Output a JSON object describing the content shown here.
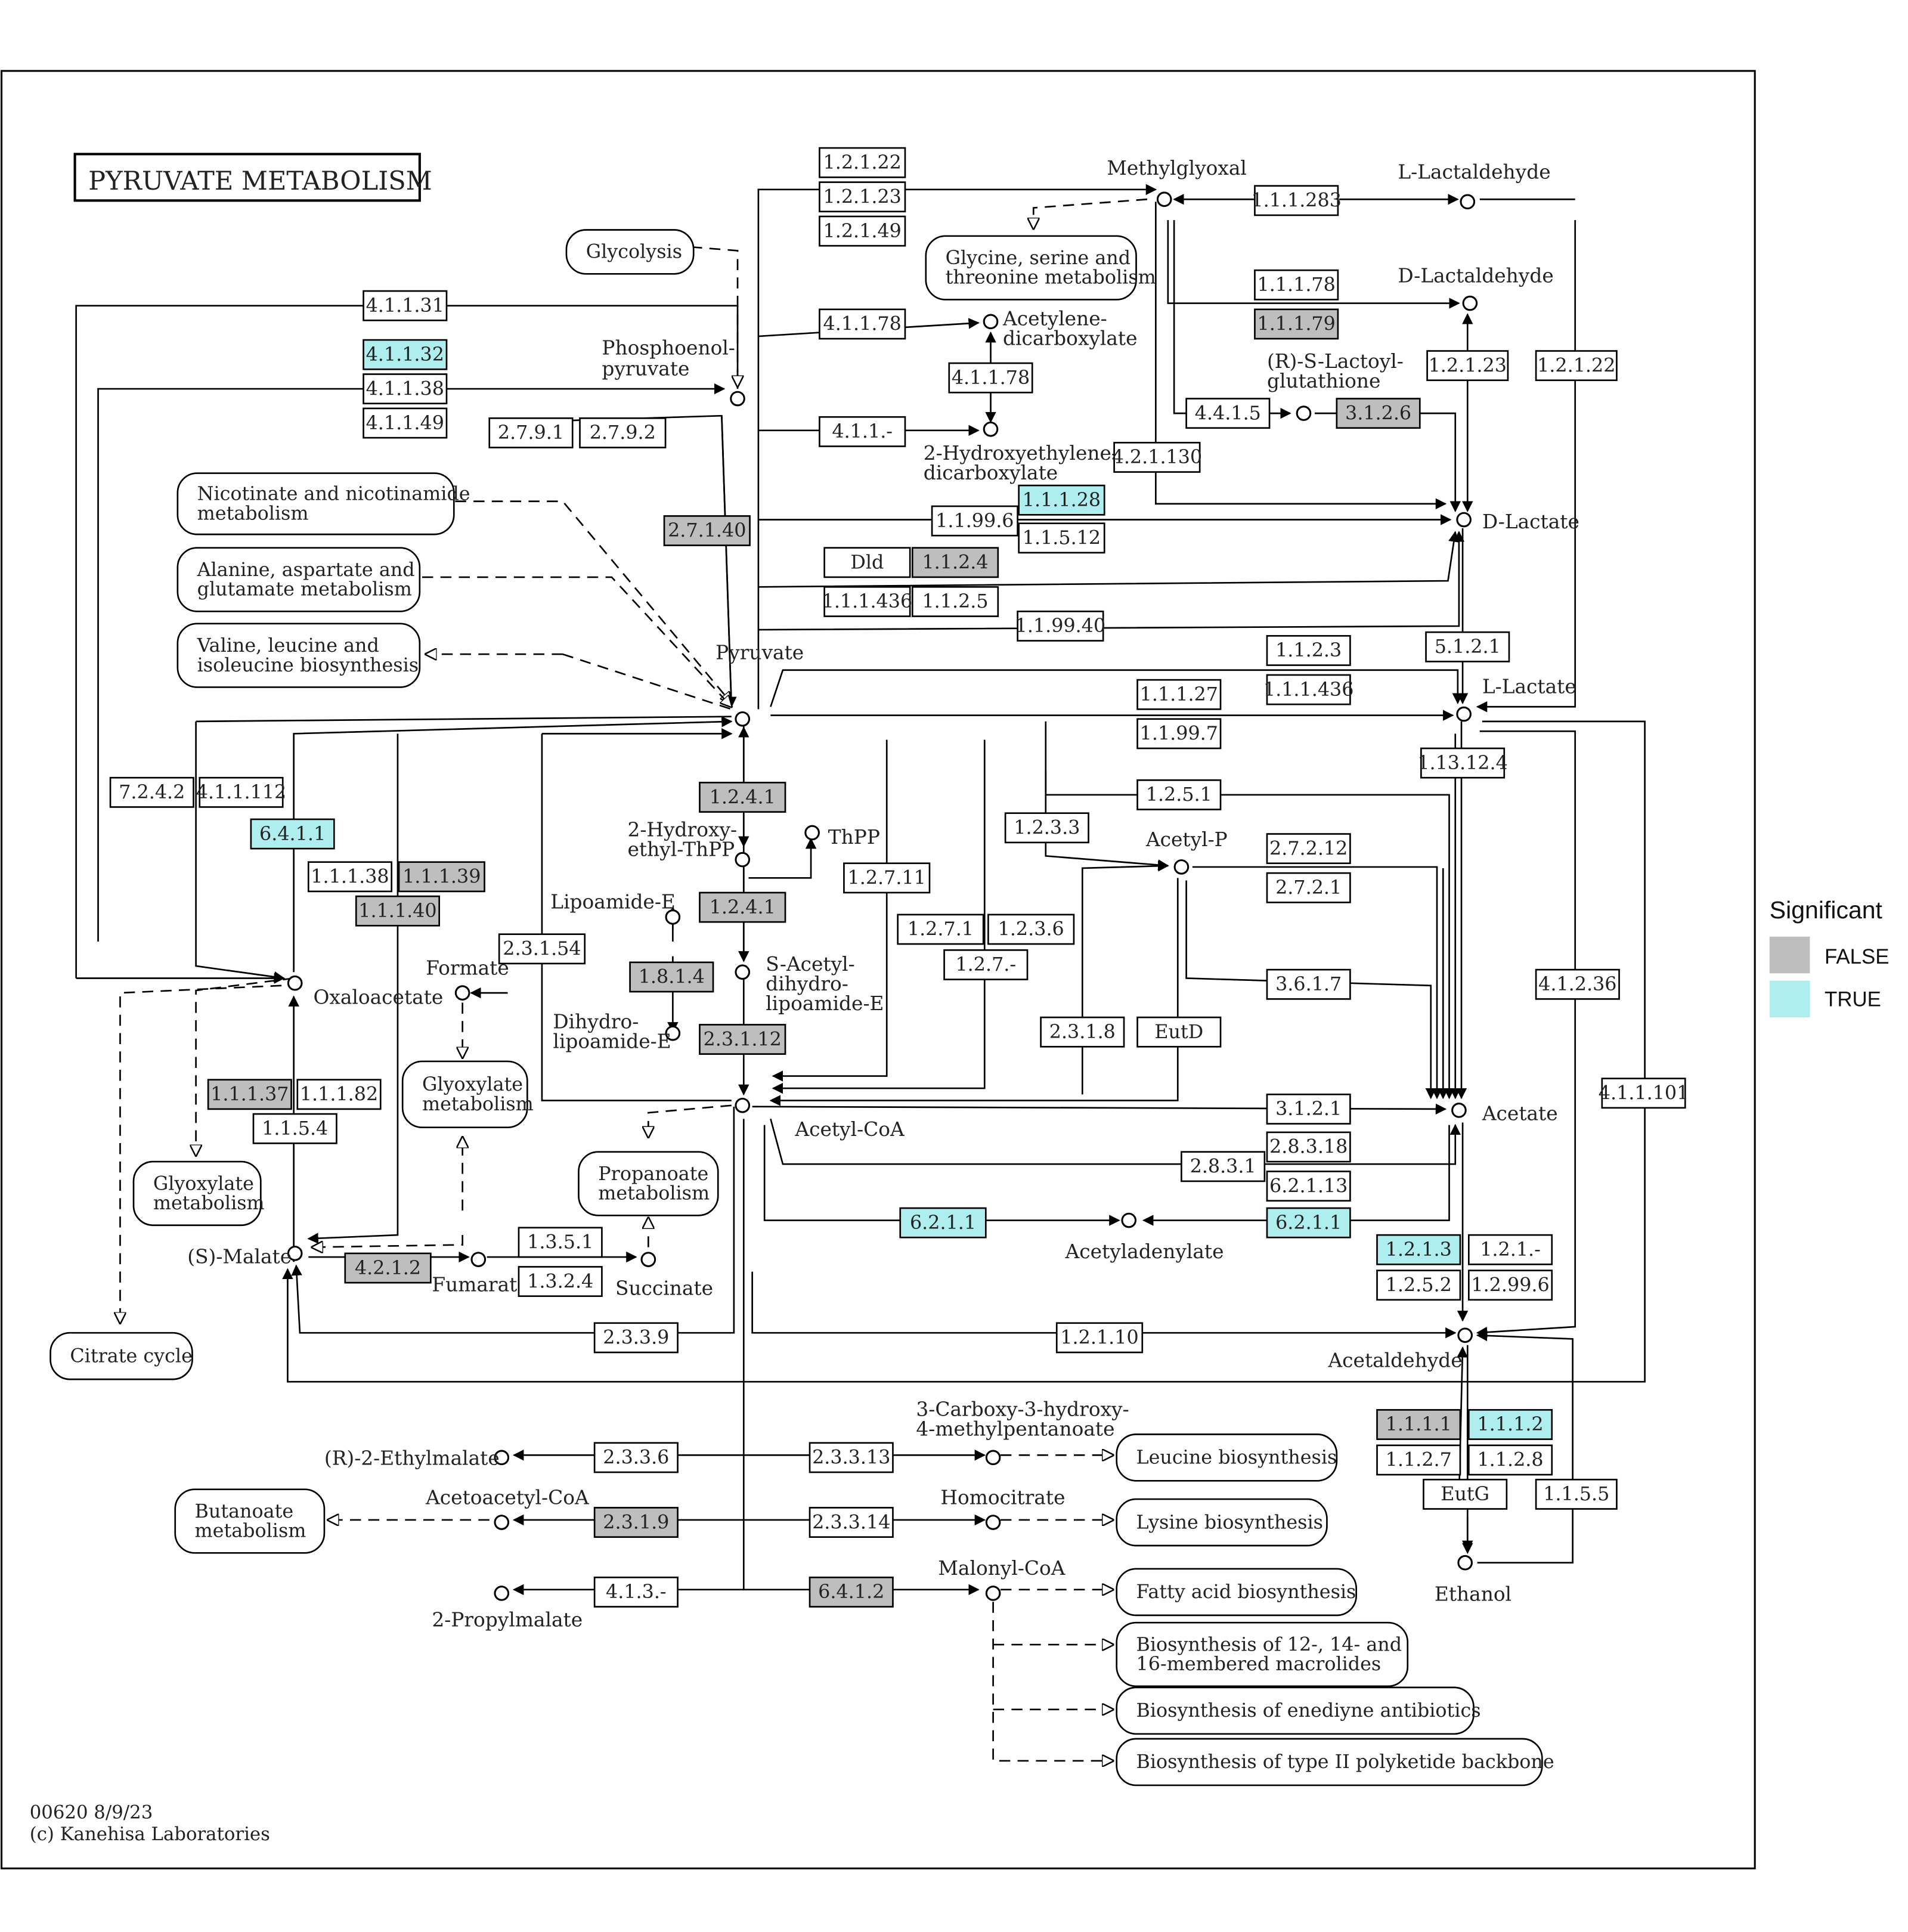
{
  "title": "PYRUVATE METABOLISM",
  "footer": {
    "map_code": "00620 8/9/23",
    "copyright": "(c) Kanehisa Laboratories"
  },
  "legend": {
    "title": "Significant",
    "items": [
      {
        "label": "FALSE",
        "color": "#bebebe"
      },
      {
        "label": "TRUE",
        "color": "#aeeeee"
      }
    ]
  },
  "colors": {
    "false": "#bebebe",
    "true": "#aeeeee",
    "none": "#ffffff",
    "line": "#000000"
  },
  "enzymes": [
    {
      "id": "e1",
      "label": "1.2.1.22",
      "sig": "none"
    },
    {
      "id": "e2",
      "label": "1.2.1.23",
      "sig": "none"
    },
    {
      "id": "e3",
      "label": "1.2.1.49",
      "sig": "none"
    },
    {
      "id": "e4",
      "label": "1.1.1.283",
      "sig": "none"
    },
    {
      "id": "e5",
      "label": "4.1.1.31",
      "sig": "none"
    },
    {
      "id": "e6",
      "label": "4.1.1.32",
      "sig": "true"
    },
    {
      "id": "e7",
      "label": "4.1.1.38",
      "sig": "none"
    },
    {
      "id": "e8",
      "label": "4.1.1.49",
      "sig": "none"
    },
    {
      "id": "e9",
      "label": "4.1.1.78",
      "sig": "none"
    },
    {
      "id": "e10",
      "label": "4.1.1.78",
      "sig": "none"
    },
    {
      "id": "e11",
      "label": "1.1.1.78",
      "sig": "none"
    },
    {
      "id": "e12",
      "label": "1.1.1.79",
      "sig": "false"
    },
    {
      "id": "e13",
      "label": "1.2.1.23",
      "sig": "none"
    },
    {
      "id": "e14",
      "label": "1.2.1.22",
      "sig": "none"
    },
    {
      "id": "e15",
      "label": "2.7.9.1",
      "sig": "none"
    },
    {
      "id": "e16",
      "label": "2.7.9.2",
      "sig": "none"
    },
    {
      "id": "e17",
      "label": "4.1.1.-",
      "sig": "none"
    },
    {
      "id": "e18",
      "label": "4.4.1.5",
      "sig": "none"
    },
    {
      "id": "e19",
      "label": "3.1.2.6",
      "sig": "false"
    },
    {
      "id": "e20",
      "label": "4.2.1.130",
      "sig": "none"
    },
    {
      "id": "e21",
      "label": "1.1.1.28",
      "sig": "true"
    },
    {
      "id": "e22",
      "label": "2.7.1.40",
      "sig": "false"
    },
    {
      "id": "e23",
      "label": "1.1.99.6",
      "sig": "none"
    },
    {
      "id": "e24",
      "label": "1.1.5.12",
      "sig": "none"
    },
    {
      "id": "e25",
      "label": "Dld",
      "sig": "none"
    },
    {
      "id": "e26",
      "label": "1.1.2.4",
      "sig": "false"
    },
    {
      "id": "e27",
      "label": "1.1.1.436",
      "sig": "none"
    },
    {
      "id": "e28",
      "label": "1.1.2.5",
      "sig": "none"
    },
    {
      "id": "e29",
      "label": "1.1.99.40",
      "sig": "none"
    },
    {
      "id": "e30",
      "label": "1.1.2.3",
      "sig": "none"
    },
    {
      "id": "e31",
      "label": "5.1.2.1",
      "sig": "none"
    },
    {
      "id": "e32",
      "label": "1.1.1.436",
      "sig": "none"
    },
    {
      "id": "e33",
      "label": "1.1.1.27",
      "sig": "none"
    },
    {
      "id": "e34",
      "label": "1.1.99.7",
      "sig": "none"
    },
    {
      "id": "e35",
      "label": "1.13.12.4",
      "sig": "none"
    },
    {
      "id": "e36",
      "label": "7.2.4.2",
      "sig": "none"
    },
    {
      "id": "e37",
      "label": "4.1.1.112",
      "sig": "none"
    },
    {
      "id": "e38",
      "label": "6.4.1.1",
      "sig": "true"
    },
    {
      "id": "e39",
      "label": "1.2.4.1",
      "sig": "false"
    },
    {
      "id": "e40",
      "label": "1.2.5.1",
      "sig": "none"
    },
    {
      "id": "e41",
      "label": "1.2.3.3",
      "sig": "none"
    },
    {
      "id": "e42",
      "label": "2.7.2.12",
      "sig": "none"
    },
    {
      "id": "e43",
      "label": "2.7.2.1",
      "sig": "none"
    },
    {
      "id": "e44",
      "label": "1.1.1.38",
      "sig": "none"
    },
    {
      "id": "e45",
      "label": "1.1.1.39",
      "sig": "false"
    },
    {
      "id": "e46",
      "label": "1.1.1.40",
      "sig": "false"
    },
    {
      "id": "e47",
      "label": "1.2.7.11",
      "sig": "none"
    },
    {
      "id": "e48",
      "label": "1.2.4.1",
      "sig": "false"
    },
    {
      "id": "e49",
      "label": "1.2.7.1",
      "sig": "none"
    },
    {
      "id": "e50",
      "label": "1.2.3.6",
      "sig": "none"
    },
    {
      "id": "e51",
      "label": "1.2.7.-",
      "sig": "none"
    },
    {
      "id": "e52",
      "label": "2.3.1.54",
      "sig": "none"
    },
    {
      "id": "e53",
      "label": "1.8.1.4",
      "sig": "false"
    },
    {
      "id": "e54",
      "label": "3.6.1.7",
      "sig": "none"
    },
    {
      "id": "e55",
      "label": "4.1.2.36",
      "sig": "none"
    },
    {
      "id": "e56",
      "label": "2.3.1.8",
      "sig": "none"
    },
    {
      "id": "e57",
      "label": "EutD",
      "sig": "none"
    },
    {
      "id": "e58",
      "label": "2.3.1.12",
      "sig": "false"
    },
    {
      "id": "e59",
      "label": "1.1.1.37",
      "sig": "false"
    },
    {
      "id": "e60",
      "label": "1.1.1.82",
      "sig": "none"
    },
    {
      "id": "e61",
      "label": "1.1.5.4",
      "sig": "none"
    },
    {
      "id": "e62",
      "label": "4.1.1.101",
      "sig": "none"
    },
    {
      "id": "e63",
      "label": "3.1.2.1",
      "sig": "none"
    },
    {
      "id": "e64",
      "label": "2.8.3.18",
      "sig": "none"
    },
    {
      "id": "e65",
      "label": "2.8.3.1",
      "sig": "none"
    },
    {
      "id": "e66",
      "label": "6.2.1.13",
      "sig": "none"
    },
    {
      "id": "e67",
      "label": "6.2.1.1",
      "sig": "true"
    },
    {
      "id": "e68",
      "label": "6.2.1.1",
      "sig": "true"
    },
    {
      "id": "e69",
      "label": "1.2.1.3",
      "sig": "true"
    },
    {
      "id": "e70",
      "label": "1.2.1.-",
      "sig": "none"
    },
    {
      "id": "e71",
      "label": "1.2.5.2",
      "sig": "none"
    },
    {
      "id": "e72",
      "label": "1.2.99.6",
      "sig": "none"
    },
    {
      "id": "e73",
      "label": "1.3.5.1",
      "sig": "none"
    },
    {
      "id": "e74",
      "label": "4.2.1.2",
      "sig": "false"
    },
    {
      "id": "e75",
      "label": "1.3.2.4",
      "sig": "none"
    },
    {
      "id": "e76",
      "label": "2.3.3.9",
      "sig": "none"
    },
    {
      "id": "e77",
      "label": "1.2.1.10",
      "sig": "none"
    },
    {
      "id": "e78",
      "label": "1.1.1.1",
      "sig": "false"
    },
    {
      "id": "e79",
      "label": "1.1.1.2",
      "sig": "true"
    },
    {
      "id": "e80",
      "label": "1.1.2.7",
      "sig": "none"
    },
    {
      "id": "e81",
      "label": "1.1.2.8",
      "sig": "none"
    },
    {
      "id": "e82",
      "label": "2.3.3.6",
      "sig": "none"
    },
    {
      "id": "e83",
      "label": "2.3.3.13",
      "sig": "none"
    },
    {
      "id": "e84",
      "label": "EutG",
      "sig": "none"
    },
    {
      "id": "e85",
      "label": "1.1.5.5",
      "sig": "none"
    },
    {
      "id": "e86",
      "label": "2.3.1.9",
      "sig": "false"
    },
    {
      "id": "e87",
      "label": "2.3.3.14",
      "sig": "none"
    },
    {
      "id": "e88",
      "label": "4.1.3.-",
      "sig": "none"
    },
    {
      "id": "e89",
      "label": "6.4.1.2",
      "sig": "false"
    }
  ],
  "compounds": [
    {
      "id": "c1",
      "label": "Methylglyoxal"
    },
    {
      "id": "c2",
      "label": "L-Lactaldehyde"
    },
    {
      "id": "c3",
      "label": "D-Lactaldehyde"
    },
    {
      "id": "c4",
      "label": "Acetylene-"
    },
    {
      "id": "c5",
      "label": "dicarboxylate"
    },
    {
      "id": "c6",
      "label": "Phosphoenol-"
    },
    {
      "id": "c7",
      "label": "pyruvate"
    },
    {
      "id": "c8",
      "label": "(R)-S-Lactoyl-"
    },
    {
      "id": "c9",
      "label": "glutathione"
    },
    {
      "id": "c10",
      "label": "2-Hydroxyethylene-"
    },
    {
      "id": "c11",
      "label": "dicarboxylate"
    },
    {
      "id": "c12",
      "label": "D-Lactate"
    },
    {
      "id": "c13",
      "label": "Pyruvate"
    },
    {
      "id": "c14",
      "label": "L-Lactate"
    },
    {
      "id": "c15",
      "label": "2-Hydroxy-"
    },
    {
      "id": "c16",
      "label": "ethyl-ThPP"
    },
    {
      "id": "c17",
      "label": "ThPP"
    },
    {
      "id": "c18",
      "label": "Acetyl-P"
    },
    {
      "id": "c19",
      "label": "Lipoamide-E"
    },
    {
      "id": "c20",
      "label": "S-Acetyl-"
    },
    {
      "id": "c21",
      "label": "dihydro-"
    },
    {
      "id": "c22",
      "label": "lipoamide-E"
    },
    {
      "id": "c23",
      "label": "Formate"
    },
    {
      "id": "c24",
      "label": "Oxaloacetate"
    },
    {
      "id": "c25",
      "label": "Dihydro-"
    },
    {
      "id": "c26",
      "label": "lipoamide-E"
    },
    {
      "id": "c27",
      "label": "Acetyl-CoA"
    },
    {
      "id": "c28",
      "label": "Acetate"
    },
    {
      "id": "c29",
      "label": "Acetyladenylate"
    },
    {
      "id": "c30",
      "label": "(S)-Malate"
    },
    {
      "id": "c31",
      "label": "Fumarate"
    },
    {
      "id": "c32",
      "label": "Succinate"
    },
    {
      "id": "c33",
      "label": "Acetaldehyde"
    },
    {
      "id": "c34",
      "label": "3-Carboxy-3-hydroxy-"
    },
    {
      "id": "c35",
      "label": "4-methylpentanoate"
    },
    {
      "id": "c36",
      "label": "(R)-2-Ethylmalate"
    },
    {
      "id": "c37",
      "label": "Acetoacetyl-CoA"
    },
    {
      "id": "c38",
      "label": "Homocitrate"
    },
    {
      "id": "c39",
      "label": "Malonyl-CoA"
    },
    {
      "id": "c40",
      "label": "2-Propylmalate"
    },
    {
      "id": "c41",
      "label": "Ethanol"
    }
  ],
  "maps": [
    {
      "id": "m1",
      "lines": [
        "Glycolysis"
      ]
    },
    {
      "id": "m2",
      "lines": [
        "Glycine, serine and",
        "threonine metabolism"
      ]
    },
    {
      "id": "m3",
      "lines": [
        "Nicotinate and nicotinamide",
        "metabolism"
      ]
    },
    {
      "id": "m4",
      "lines": [
        "Alanine, aspartate and",
        "glutamate metabolism"
      ]
    },
    {
      "id": "m5",
      "lines": [
        "Valine, leucine and",
        "isoleucine biosynthesis"
      ]
    },
    {
      "id": "m6",
      "lines": [
        "Glyoxylate",
        "metabolism"
      ]
    },
    {
      "id": "m7",
      "lines": [
        "Glyoxylate",
        "metabolism"
      ]
    },
    {
      "id": "m8",
      "lines": [
        "Propanoate",
        "metabolism"
      ]
    },
    {
      "id": "m9",
      "lines": [
        "Citrate cycle"
      ]
    },
    {
      "id": "m10",
      "lines": [
        "Butanoate",
        "metabolism"
      ]
    },
    {
      "id": "m11",
      "lines": [
        "Leucine biosynthesis"
      ]
    },
    {
      "id": "m12",
      "lines": [
        "Lysine biosynthesis"
      ]
    },
    {
      "id": "m13",
      "lines": [
        "Fatty acid biosynthesis"
      ]
    },
    {
      "id": "m14",
      "lines": [
        "Biosynthesis of 12-, 14- and",
        "16-membered macrolides"
      ]
    },
    {
      "id": "m15",
      "lines": [
        "Biosynthesis of enediyne antibiotics"
      ]
    },
    {
      "id": "m16",
      "lines": [
        "Biosynthesis of type II polyketide backbone"
      ]
    }
  ]
}
